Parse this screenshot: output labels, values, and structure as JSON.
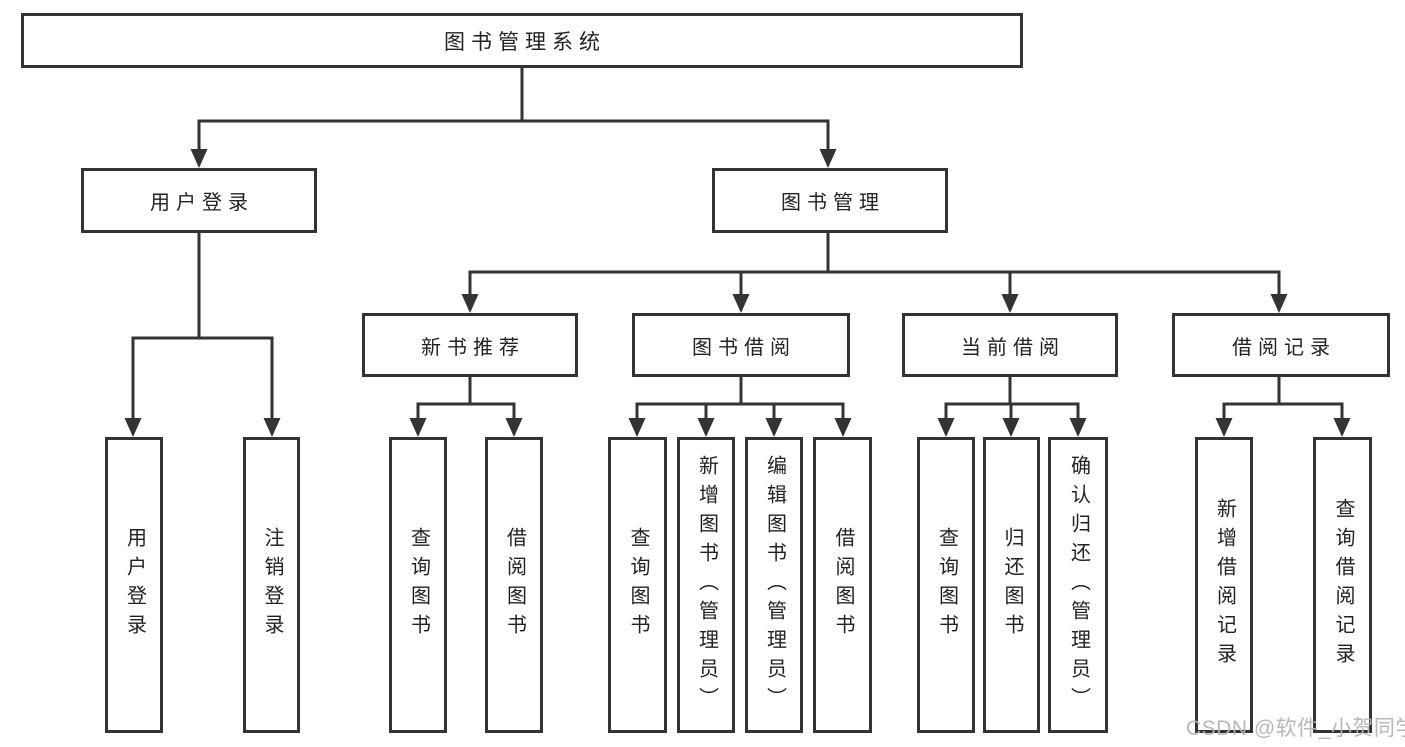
{
  "diagram": {
    "root": "图书管理系统",
    "branches": [
      {
        "label": "用户登录",
        "leaves": [
          "用户登录",
          "注销登录"
        ]
      },
      {
        "label": "图书管理",
        "sections": [
          {
            "label": "新书推荐",
            "leaves": [
              "查询图书",
              "借阅图书"
            ]
          },
          {
            "label": "图书借阅",
            "leaves": [
              "查询图书",
              "新增图书（管理员）",
              "编辑图书（管理员）",
              "借阅图书"
            ]
          },
          {
            "label": "当前借阅",
            "leaves": [
              "查询图书",
              "归还图书",
              "确认归还（管理员）"
            ]
          },
          {
            "label": "借阅记录",
            "leaves": [
              "新增借阅记录",
              "查询借阅记录"
            ]
          }
        ]
      }
    ]
  },
  "watermark": "CSDN @软件_小贺同学",
  "colors": {
    "line": "#333333",
    "box_border": "#333333",
    "text": "#222222",
    "watermark": "#b2b4b7",
    "background": "#ffffff"
  }
}
